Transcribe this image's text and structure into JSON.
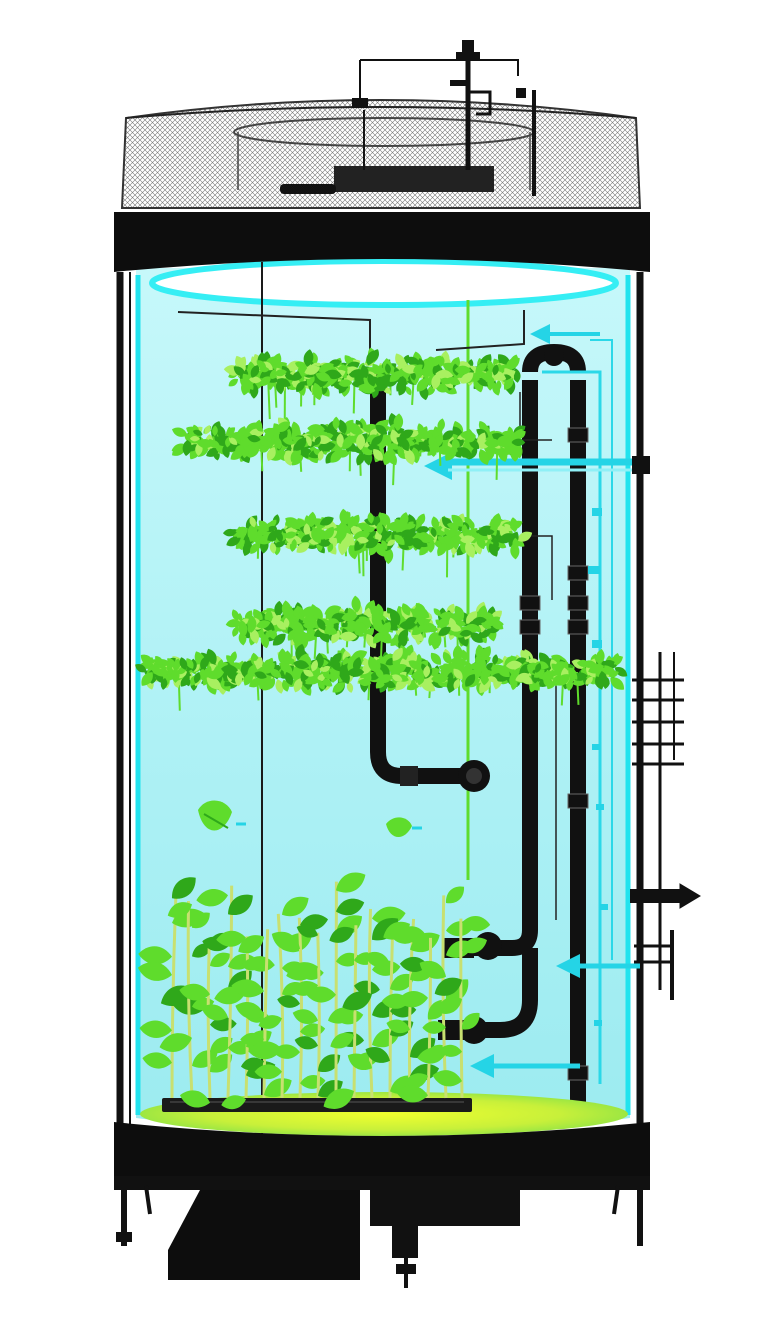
{
  "colors": {
    "frame": "#0d0d0d",
    "water": "#aef3f6",
    "water_edge": "#22e3ee",
    "rim_glow": "#3ff0f6",
    "leaf": "#5fdc2c",
    "leaf_dark": "#2fa81a",
    "leaf_light": "#a8f060",
    "stem": "#c8e070",
    "floor_glow": "#d8f23a",
    "arrow": "#25d4e6",
    "mesh": "#6b6b6b",
    "pipe": "#111111"
  },
  "icons": [
    "plant-icon",
    "leaf-icon",
    "pipe-icon",
    "flow-arrow-icon",
    "valve-icon"
  ],
  "content": {
    "canopy_tiers": 5,
    "seedling_rows": 1,
    "flow_arrows": 4
  }
}
